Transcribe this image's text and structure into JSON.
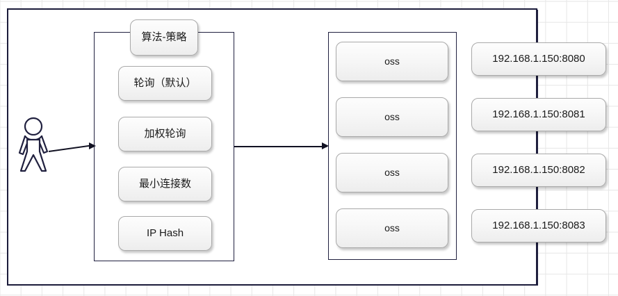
{
  "diagram": {
    "title": "Load balancing algorithm strategy diagram",
    "colors": {
      "border": "#20203f",
      "box_fill": "#f4f4f4",
      "box_border": "#a9a9a9",
      "grid": "#e6e6e6",
      "arrow": "#111122",
      "actor": "#20203f"
    },
    "actor": {
      "name": "user-actor"
    },
    "algorithm_panel": {
      "title": "算法-策略",
      "items": [
        {
          "label": "轮询（默认）"
        },
        {
          "label": "加权轮询"
        },
        {
          "label": "最小连接数"
        },
        {
          "label": "IP Hash"
        }
      ]
    },
    "service_panel": {
      "items": [
        {
          "label": "oss"
        },
        {
          "label": "oss"
        },
        {
          "label": "oss"
        },
        {
          "label": "oss"
        }
      ]
    },
    "endpoint_panel": {
      "items": [
        {
          "label": "192.168.1.150:8080"
        },
        {
          "label": "192.168.1.150:8081"
        },
        {
          "label": "192.168.1.150:8082"
        },
        {
          "label": "192.168.1.150:8083"
        }
      ]
    }
  }
}
